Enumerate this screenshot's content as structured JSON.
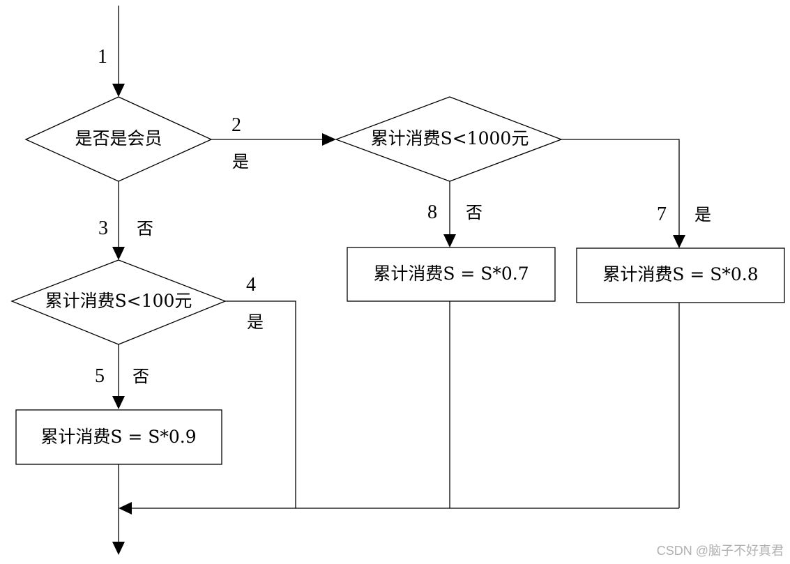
{
  "nodes": {
    "is_member": "是否是会员",
    "member_check": "累计消费S<1000元",
    "nonmember_check": "累计消费S<100元",
    "discount_07": "累计消费S = S*0.7",
    "discount_08": "累计消费S = S*0.8",
    "discount_09": "累计消费S = S*0.9"
  },
  "edges": {
    "e1": {
      "num": "1"
    },
    "e2": {
      "num": "2",
      "label": "是"
    },
    "e3": {
      "num": "3",
      "label": "否"
    },
    "e4": {
      "num": "4",
      "label": "是"
    },
    "e5": {
      "num": "5",
      "label": "否"
    },
    "e7": {
      "num": "7",
      "label": "是"
    },
    "e8": {
      "num": "8",
      "label": "否"
    }
  },
  "watermark": "CSDN @脑子不好真君"
}
